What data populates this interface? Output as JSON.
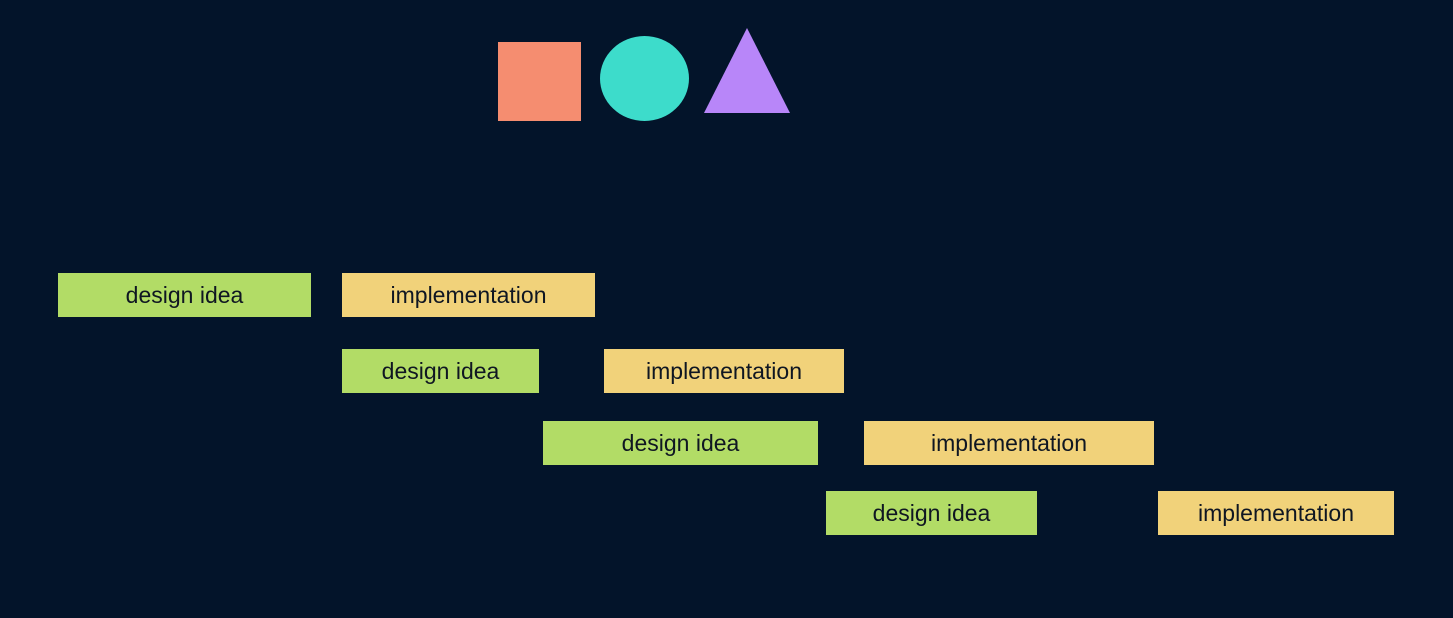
{
  "colors": {
    "background": "#03142a",
    "design_box": "#b2dc66",
    "implementation_box": "#f1d27a",
    "text": "#0f1622",
    "square": "#f58d70",
    "circle": "#3ddccb",
    "triangle": "#b886f9"
  },
  "shapes": [
    {
      "kind": "square",
      "icon": "square-icon"
    },
    {
      "kind": "circle",
      "icon": "circle-icon"
    },
    {
      "kind": "triangle",
      "icon": "triangle-icon"
    }
  ],
  "rows": [
    {
      "design_label": "design idea",
      "implementation_label": "implementation"
    },
    {
      "design_label": "design idea",
      "implementation_label": "implementation"
    },
    {
      "design_label": "design idea",
      "implementation_label": "implementation"
    },
    {
      "design_label": "design idea",
      "implementation_label": "implementation"
    }
  ]
}
